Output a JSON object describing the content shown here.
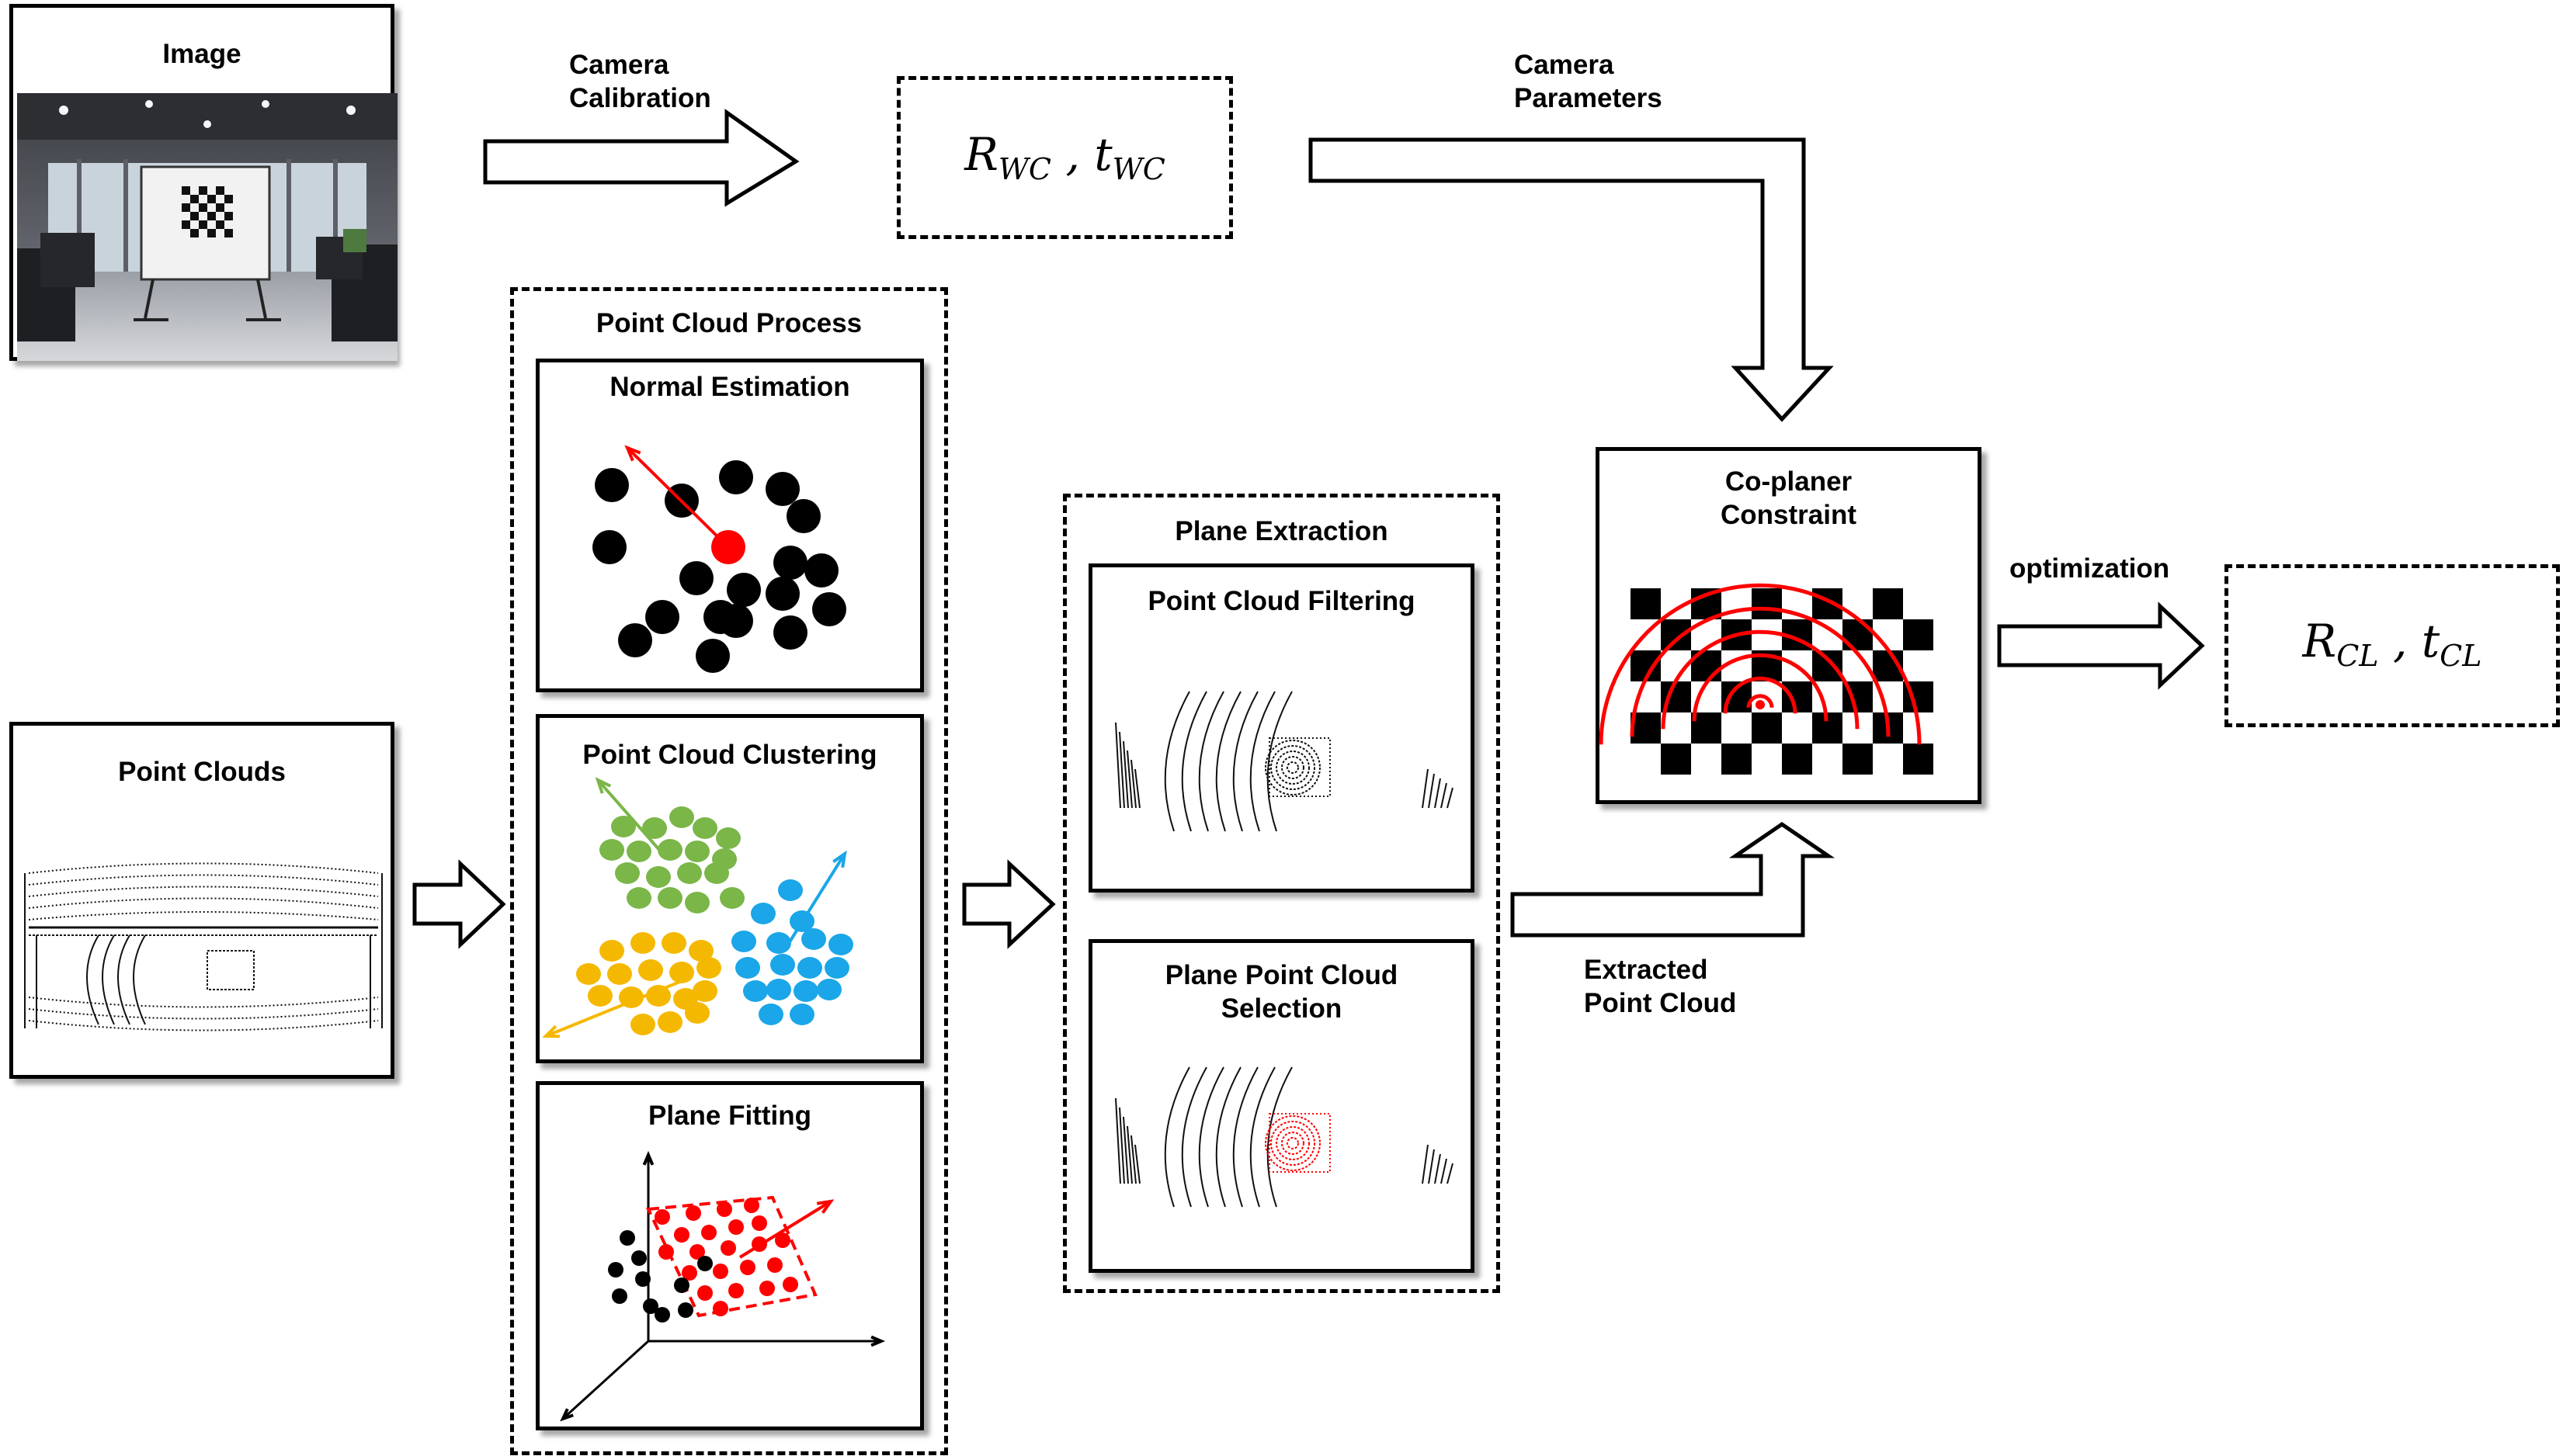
{
  "image_panel": {
    "title": "Image"
  },
  "point_clouds_panel": {
    "title": "Point Clouds"
  },
  "labels": {
    "camera_calibration": "Camera\nCalibration",
    "camera_parameters": "Camera\nParameters",
    "optimization": "optimization",
    "extracted_point_cloud": "Extracted\nPoint Cloud"
  },
  "rwc_box": {
    "r": "R",
    "r_sub": "WC",
    "sep": " , ",
    "t": "t",
    "t_sub": "WC"
  },
  "rcl_box": {
    "r": "R",
    "r_sub": "CL",
    "sep": " , ",
    "t": "t",
    "t_sub": "CL"
  },
  "point_cloud_process": {
    "title": "Point Cloud Process",
    "normal_estimation": "Normal Estimation",
    "clustering": "Point Cloud Clustering",
    "plane_fitting": "Plane Fitting"
  },
  "plane_extraction": {
    "title": "Plane Extraction",
    "filtering": "Point Cloud Filtering",
    "selection": "Plane Point Cloud\nSelection"
  },
  "coplaner": {
    "title": "Co-planer\nConstraint"
  },
  "colors": {
    "red": "#ff0000",
    "green": "#7ab648",
    "yellow": "#f5b800",
    "blue": "#1aa6e8",
    "black": "#000000"
  }
}
